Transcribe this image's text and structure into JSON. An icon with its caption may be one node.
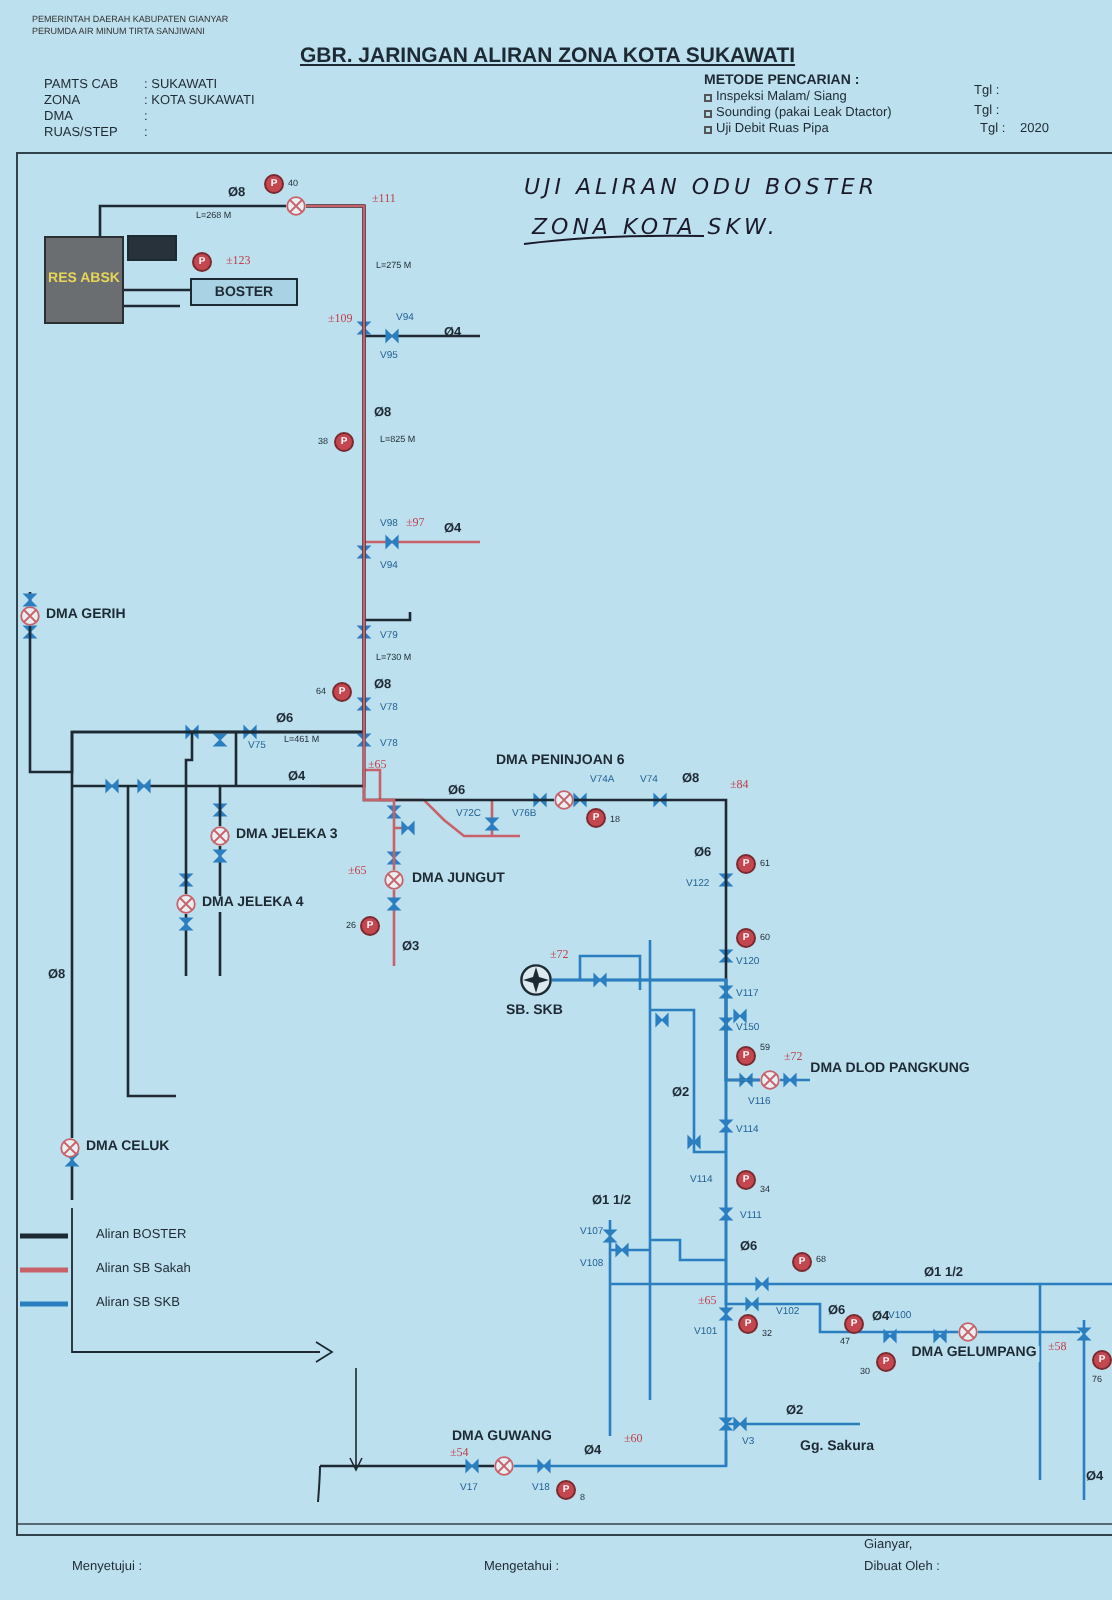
{
  "diagram": {
    "title": "GBR. JARINGAN ALIRAN ZONA KOTA SUKAWATI",
    "nodes": [
      {
        "text": [
          "RES ABSK"
        ]
      },
      {
        "text": [
          "BOSTER"
        ]
      },
      {
        "text": [],
        "shape": "circle"
      },
      {
        "text": [
          "P"
        ],
        "beside": [
          "40"
        ]
      },
      {
        "text": [
          "P"
        ]
      },
      {
        "text": [
          "P"
        ],
        "beside": [
          "38"
        ]
      },
      {
        "text": [],
        "shape": "circle",
        "beside": [
          "DMA GERIH"
        ]
      },
      {
        "text": [
          "P"
        ],
        "beside": [
          "64"
        ]
      },
      {
        "text": [],
        "shape": "circle",
        "beside": [
          "DMA PENINJOAN 6"
        ]
      },
      {
        "text": [
          "P"
        ],
        "beside": [
          "18"
        ]
      },
      {
        "text": [],
        "shape": "circle",
        "beside": [
          "DMA JELEKA 3"
        ]
      },
      {
        "text": [],
        "shape": "circle",
        "beside": [
          "DMA JUNGUT"
        ]
      },
      {
        "text": [
          "P"
        ],
        "beside": [
          "61"
        ]
      },
      {
        "text": [],
        "shape": "circle",
        "beside": [
          "DMA JELEKA 4"
        ]
      },
      {
        "text": [
          "P"
        ],
        "beside": [
          "26"
        ]
      },
      {
        "text": [
          "P"
        ],
        "beside": [
          "60"
        ]
      },
      {
        "text": [],
        "shape": "circle",
        "beside": [
          "SB. SKB"
        ]
      },
      {
        "text": [
          "P"
        ],
        "beside": [
          "59"
        ]
      },
      {
        "text": [],
        "shape": "circle",
        "beside": [
          "DMA DLOD PANGKUNG"
        ]
      },
      {
        "text": [],
        "shape": "circle",
        "beside": [
          "DMA CELUK"
        ]
      },
      {
        "text": [
          "P"
        ],
        "beside": [
          "34"
        ]
      },
      {
        "text": [
          "P"
        ],
        "beside": [
          "68"
        ]
      },
      {
        "text": [
          "P"
        ],
        "beside": [
          "32"
        ]
      },
      {
        "text": [
          "P"
        ],
        "beside": [
          "47"
        ]
      },
      {
        "text": [
          "P"
        ],
        "beside": [
          "30"
        ]
      },
      {
        "text": [],
        "shape": "circle",
        "beside": [
          "DMA GELUMPANG"
        ]
      },
      {
        "text": [
          "P"
        ],
        "beside": [
          "76"
        ]
      },
      {
        "text": [],
        "shape": "circle",
        "beside": [
          "DMA GUWANG"
        ]
      },
      {
        "text": [
          "P"
        ],
        "beside": [
          "8"
        ]
      }
    ],
    "edges": [
      {
        "from": 0,
        "to": 1,
        "arrow": "none"
      },
      {
        "from": 0,
        "to": 2,
        "arrow": "none"
      },
      {
        "from": 2,
        "to": 8,
        "arrow": "none"
      },
      {
        "from": 2,
        "to": 6,
        "arrow": "none"
      },
      {
        "from": 2,
        "to": 10,
        "arrow": "none"
      },
      {
        "from": 2,
        "to": 13,
        "arrow": "none"
      },
      {
        "from": 2,
        "to": 19,
        "arrow": "none"
      },
      {
        "from": 2,
        "to": 11,
        "arrow": "none",
        "color": "#c8626a"
      },
      {
        "from": 8,
        "to": 18,
        "arrow": "none"
      },
      {
        "from": 16,
        "to": 18,
        "arrow": "none",
        "color": "#2b7fc0"
      },
      {
        "from": 16,
        "to": 25,
        "arrow": "none",
        "color": "#2b7fc0"
      },
      {
        "from": 16,
        "to": 27,
        "arrow": "none",
        "color": "#2b7fc0"
      }
    ],
    "labels": [
      "PEMERINTAH DAERAH KABUPATEN GIANYAR",
      "PERUMDA AIR MINUM TIRTA SANJIWANI",
      "PAMTS CAB",
      ": SUKAWATI",
      "ZONA",
      ": KOTA SUKAWATI",
      "DMA",
      ":",
      "RUAS/STEP",
      ":",
      "METODE PENCARIAN :",
      "Inspeksi Malam/ Siang",
      "Sounding (pakai Leak Dtactor)",
      "Uji Debit Ruas Pipa",
      "Tgl :",
      "Tgl :",
      "Tgl :",
      "2020",
      "UJI ALIRAN ODU BOSTER",
      "ZONA KOTA SKW.",
      "Ø8",
      "L=268 M",
      "±123",
      "±111",
      "L=275 M",
      "±109",
      "V94",
      "V95",
      "Ø4",
      "Ø8",
      "L=825 M",
      "V98",
      "±97",
      "Ø4",
      "V94",
      "V79",
      "L=730 M",
      "Ø8",
      "V78",
      "Ø6",
      "V75",
      "L=461 M",
      "V78",
      "±65",
      "Ø4",
      "Ø6",
      "V74A",
      "V74",
      "Ø8",
      "±84",
      "V72C",
      "V76B",
      "Ø6",
      "V122",
      "±65",
      "Ø3",
      "Ø8",
      "±72",
      "V120",
      "V117",
      "V150",
      "±72",
      "V116",
      "Ø2",
      "V114",
      "V114",
      "Ø1 1/2",
      "V111",
      "Ø6",
      "V107",
      "V108",
      "Ø1 1/2",
      "±65",
      "V102",
      "Ø6",
      "V100",
      "V101",
      "Ø4",
      "±58",
      "Ø2",
      "±60",
      "V3",
      "Gg. Sakura",
      "±54",
      "Ø4",
      "V17",
      "V18",
      "Ø4",
      "Menyetujui :",
      "Mengetahui :",
      "Gianyar,",
      "Dibuat Oleh :"
    ],
    "legend": [
      {
        "text": "Aliran BOSTER"
      },
      {
        "text": "Aliran SB Sakah"
      },
      {
        "text": "Aliran SB SKB"
      }
    ]
  }
}
